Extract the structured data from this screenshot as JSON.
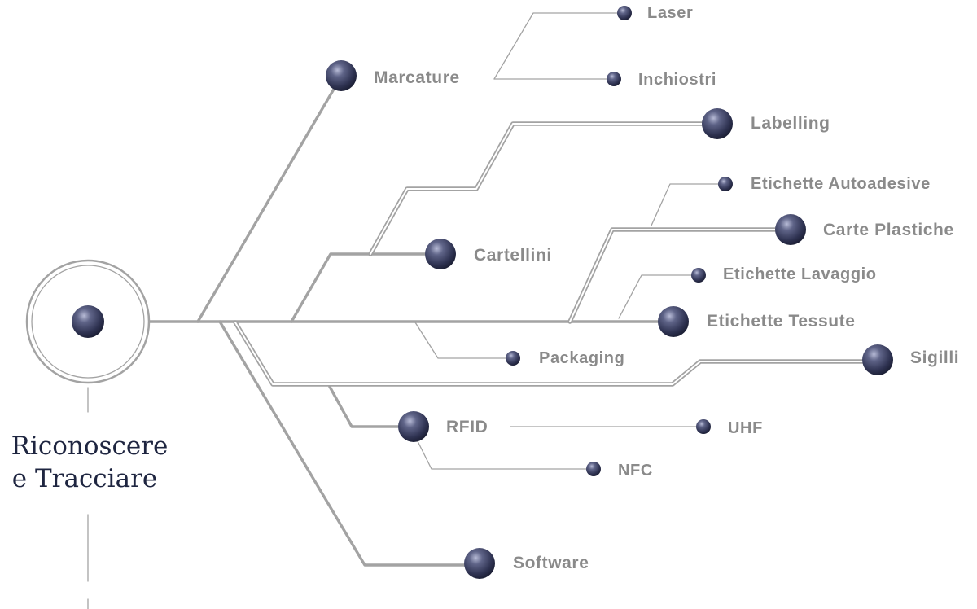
{
  "root": {
    "title_line1": "Riconoscere",
    "title_line2": "e Tracciare"
  },
  "nodes": {
    "laser": "Laser",
    "inchiostri": "Inchiostri",
    "marcature": "Marcature",
    "labelling": "Labelling",
    "etichette_autoadesive": "Etichette Autoadesive",
    "carte_plastiche": "Carte Plastiche",
    "cartellini": "Cartellini",
    "etichette_lavaggio": "Etichette Lavaggio",
    "etichette_tessute": "Etichette Tessute",
    "packaging": "Packaging",
    "sigilli": "Sigilli",
    "rfid": "RFID",
    "uhf": "UHF",
    "nfc": "NFC",
    "software": "Software"
  },
  "colors": {
    "node_fill": "#3a3e5c",
    "line": "#a3a3a3",
    "label": "#8a8a8a",
    "root_title": "#1e2540"
  }
}
